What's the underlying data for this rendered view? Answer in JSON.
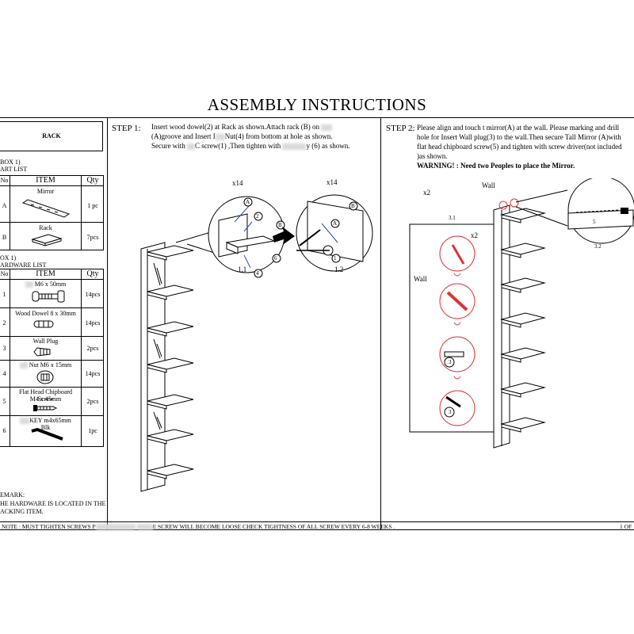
{
  "document": {
    "title": "ASSEMBLY  INSTRUCTIONS",
    "note": "NOTE : MUST TIGHTEN SCREWS P",
    "note_tail": "E SCREW WILL BECOME LOOSE CHECK TIGHTNESS OF ALL SCREW EVERY 6-8 WEEKS .",
    "page_number": "1 OF"
  },
  "parts_panel": {
    "product_name": "RACK",
    "box_label": "BOX 1)",
    "part_list_label": "ART LIST",
    "headers": {
      "no": "No",
      "item": "ITEM",
      "qty": "Qty"
    },
    "parts": [
      {
        "no": "A",
        "name": "Mirror",
        "qty": "1 pc"
      },
      {
        "no": "B",
        "name": "Rack",
        "qty": "7pcs"
      }
    ],
    "hardware_box_label": "OX 1)",
    "hardware_list_label": "ARDWARE LIST",
    "hardware": [
      {
        "no": "1",
        "name": "M6 x 50mm",
        "qty": "14pcs"
      },
      {
        "no": "2",
        "name": "Wood Dowel 8 x 30mm",
        "qty": "14pcs"
      },
      {
        "no": "3",
        "name": "Wall Plug",
        "qty": "2pcs"
      },
      {
        "no": "4",
        "name": "Nut M6 x 15mm",
        "qty": "14pcs"
      },
      {
        "no": "5",
        "name": "Flat Head Chipboard Screw",
        "name2": "M4 x 45mm",
        "qty": "2pcs"
      },
      {
        "no": "6",
        "name": "KEY m4x65mm",
        "name2": "Blk",
        "qty": "1pc"
      }
    ],
    "remark_label": "EMARK:",
    "remark_line1": "HE HARDWARE IS LOCATED IN THE",
    "remark_line2": "ACKING ITEM."
  },
  "step1": {
    "label": "STEP 1:",
    "line1": "Insert wood dowel(2) at Rack as shown.Attach rack (B) on",
    "line2": "(A)groove and Insert I",
    "line2b": "Nut(4) from bottom at hole as shown.",
    "line3": "Secure with",
    "line3b": "C screw(1) ,Then tighten with",
    "line3c": "y (6) as shown.",
    "qty_left": "x14",
    "qty_right": "x14",
    "detail_1_1": "1.1",
    "detail_1_2": "1.2",
    "callouts": [
      "A",
      "2",
      "B",
      "4",
      "6",
      "A",
      "B",
      "1"
    ]
  },
  "step2": {
    "label": "STEP 2:",
    "line1": "Please align and touch t mirror(A) at the wall. Please marking and drill",
    "line2": "hole for Insert Wall plug(3) to the wall.Then secure Tall Mirror (A)with",
    "line3": "flat head chipboard screw(5) and tighten with screw driver(not included",
    "line4": ")as shown.",
    "warning": "WARNING! : Need two Peoples to place the Mirror.",
    "qty_x2": "x2",
    "wall_label": "Wall",
    "detail_3_1": "3.1",
    "inner_qty": "x2",
    "inner_wall": "Wall",
    "callout_3a": "3",
    "callout_3b": "3",
    "callout_5": "5",
    "detail_3_2": "3.2"
  }
}
